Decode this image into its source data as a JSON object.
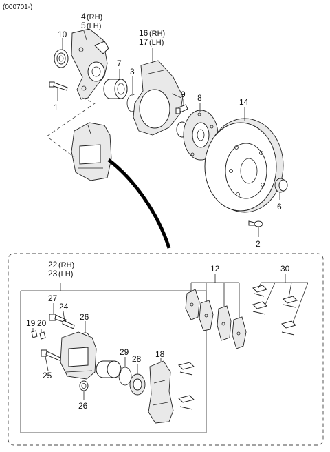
{
  "header": {
    "code": "(000701-)"
  },
  "labels": {
    "p1": "1",
    "p2": "2",
    "p3": "3",
    "p4": "4",
    "p4_suffix": "(RH)",
    "p5": "5",
    "p5_suffix": "(LH)",
    "p6": "6",
    "p7": "7",
    "p8": "8",
    "p9": "9",
    "p10": "10",
    "p14": "14",
    "p16": "16",
    "p16_suffix": "(RH)",
    "p17": "17",
    "p17_suffix": "(LH)",
    "p12": "12",
    "p30": "30",
    "p22": "22",
    "p22_suffix": "(RH)",
    "p23": "23",
    "p23_suffix": "(LH)",
    "p27": "27",
    "p24": "24",
    "p19": "19",
    "p20": "20",
    "p26a": "26",
    "p26b": "26",
    "p25": "25",
    "p29": "29",
    "p28": "28",
    "p18": "18"
  }
}
